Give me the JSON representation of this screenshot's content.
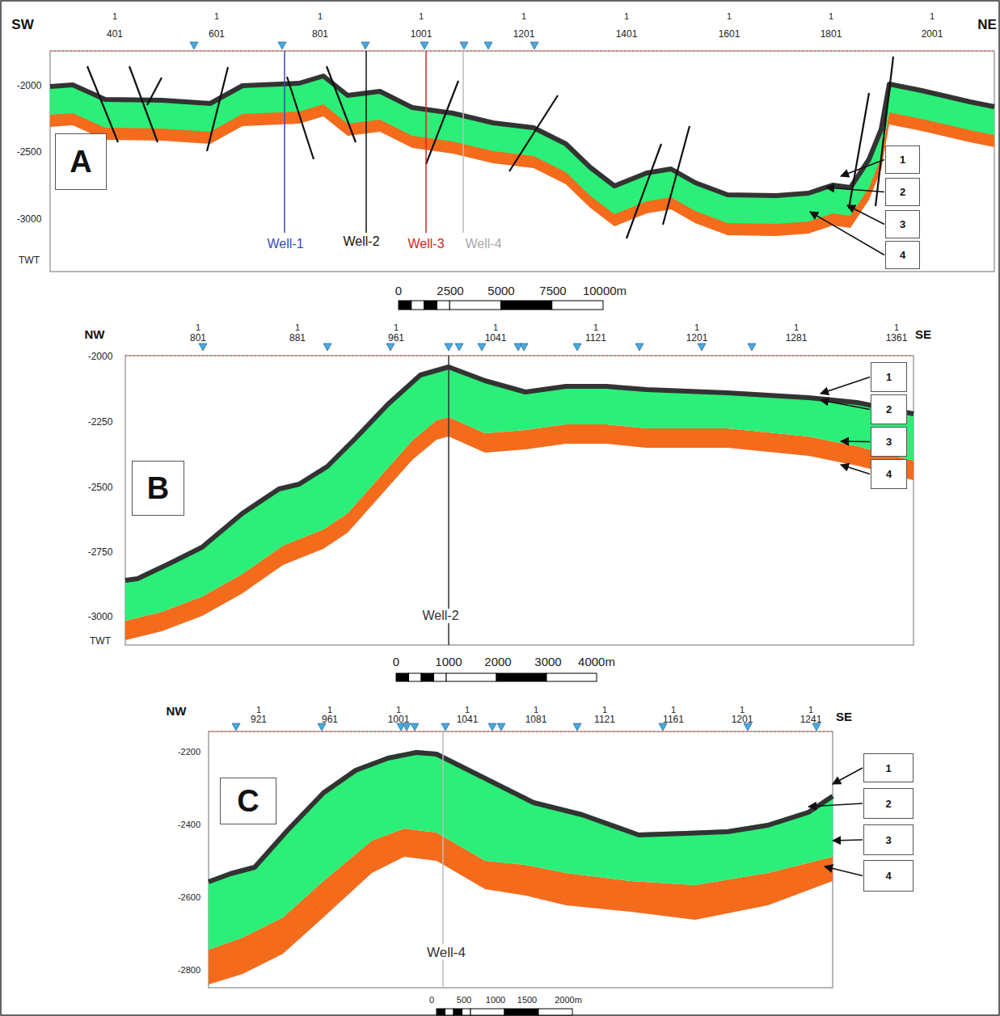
{
  "diagram": {
    "nodes": [
      {
        "text": [
          "A"
        ]
      },
      {
        "text": [
          "1"
        ]
      },
      {
        "text": [
          "2"
        ]
      },
      {
        "text": [
          "3"
        ]
      },
      {
        "text": [
          "4"
        ]
      },
      {
        "text": [
          "B"
        ]
      },
      {
        "text": [
          "1"
        ]
      },
      {
        "text": [
          "2"
        ]
      },
      {
        "text": [
          "3"
        ]
      },
      {
        "text": [
          "4"
        ]
      },
      {
        "text": [
          "C"
        ]
      },
      {
        "text": [
          "1"
        ]
      },
      {
        "text": [
          "2"
        ]
      },
      {
        "text": [
          "3"
        ]
      },
      {
        "text": [
          "4"
        ]
      }
    ],
    "labels": [
      "SW",
      "NE",
      "1",
      "401",
      "1",
      "601",
      "1",
      "801",
      "1",
      "1001",
      "1",
      "1201",
      "1",
      "1401",
      "1",
      "1601",
      "1",
      "1801",
      "1",
      "2001",
      "-2000",
      "-2500",
      "-3000",
      "TWT",
      "Well-1",
      "Well-2",
      "Well-3",
      "Well-4",
      "0",
      "2500",
      "5000",
      "7500",
      "10000m",
      "NW",
      "SE",
      "1",
      "801",
      "1",
      "881",
      "1",
      "961",
      "1",
      "1041",
      "1",
      "1121",
      "1",
      "1201",
      "1",
      "1281",
      "1",
      "1361",
      "-2000",
      "-2250",
      "-2500",
      "-2750",
      "-3000",
      "TWT",
      "Well-2",
      "0",
      "1000",
      "2000",
      "3000",
      "4000m",
      "NW",
      "SE",
      "1",
      "921",
      "1",
      "961",
      "1",
      "1001",
      "1",
      "1041",
      "1",
      "1081",
      "1",
      "1121",
      "1",
      "1161",
      "1",
      "1201",
      "1",
      "1241",
      "-2200",
      "-2400",
      "-2600",
      "-2800",
      "Well-4",
      "0",
      "500",
      "1000",
      "1500",
      "2000m"
    ]
  }
}
